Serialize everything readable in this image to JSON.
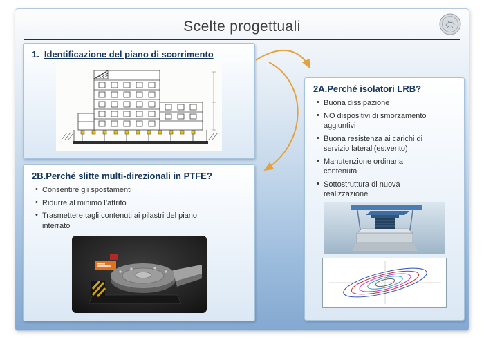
{
  "slide": {
    "title": "Scelte progettuali"
  },
  "logo": {
    "icon": "university-seal"
  },
  "box1": {
    "number": "1.",
    "heading": "Identificazione del piano di scorrimento",
    "image": "building-section-drawing"
  },
  "box2a": {
    "number": "2A.",
    "heading": "Perché isolatori LRB?",
    "bullets": [
      "Buona dissipazione",
      "NO dispositivi di smorzamento aggiuntivi",
      "Buona resistenza ai carichi di servizio laterali(es:vento)",
      "Manutenzione ordinaria contenuta",
      "Sottostruttura di nuova realizzazione"
    ],
    "images": [
      "lrb-isolator-render",
      "hysteresis-loops-chart"
    ]
  },
  "box2b": {
    "number": "2B.",
    "heading": "Perché slitte multi-direzionali in PTFE?",
    "bullets": [
      "Consentire gli spostamenti",
      "Ridurre al minimo l’attrito",
      "Trasmettere tagli contenuti ai pilastri del piano interrato"
    ],
    "image": "ptfe-slider-render"
  },
  "colors": {
    "arrow": "#E3A33C",
    "heading": "#17365D"
  }
}
